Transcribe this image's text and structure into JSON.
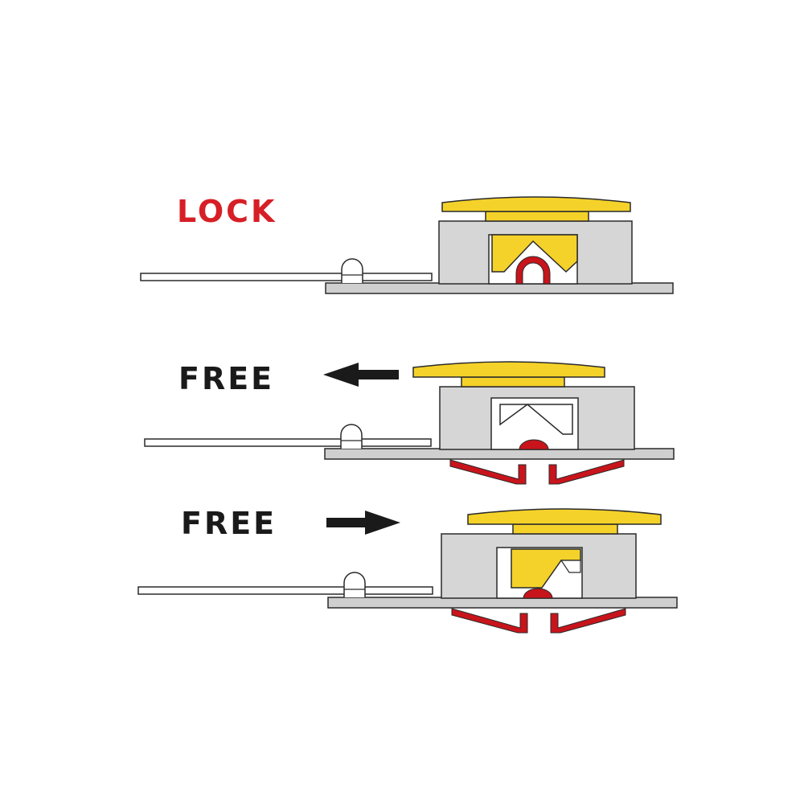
{
  "labels": {
    "lock": "LOCK",
    "free_left": "FREE",
    "free_right": "FREE"
  },
  "states": [
    {
      "name": "lock",
      "arrow": "none"
    },
    {
      "name": "free",
      "arrow": "left"
    },
    {
      "name": "free",
      "arrow": "right"
    }
  ],
  "colors": {
    "lock_text": "#d61f26",
    "free_text": "#1a1a1a",
    "cap": "#f5d22a",
    "cap_stroke": "#2a2a2a",
    "body": "#d6d6d6",
    "plate": "#cfcfcf",
    "spring": "#c8141b",
    "arrow": "#1a1a1a",
    "wire": "#ffffff"
  }
}
